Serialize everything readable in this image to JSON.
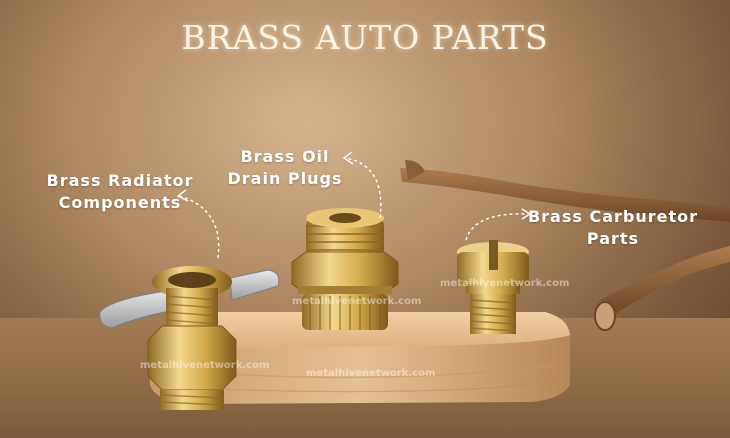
{
  "title": "BRASS AUTO PARTS",
  "labels": {
    "radiator": [
      "Brass Radiator",
      "Components"
    ],
    "oil": [
      "Brass Oil",
      "Drain Plugs"
    ],
    "carb": [
      "Brass Carburetor",
      "Parts"
    ]
  },
  "watermarks": [
    "metalhivenetwork.com",
    "metalhivenetwork.com",
    "metalhivenetwork.com",
    "metalhivenetwork.com"
  ],
  "colors": {
    "background": "#b08a63",
    "brass": "#d9b15a",
    "pedestal": "#e4bd8d",
    "title": "#fbf3e3"
  }
}
